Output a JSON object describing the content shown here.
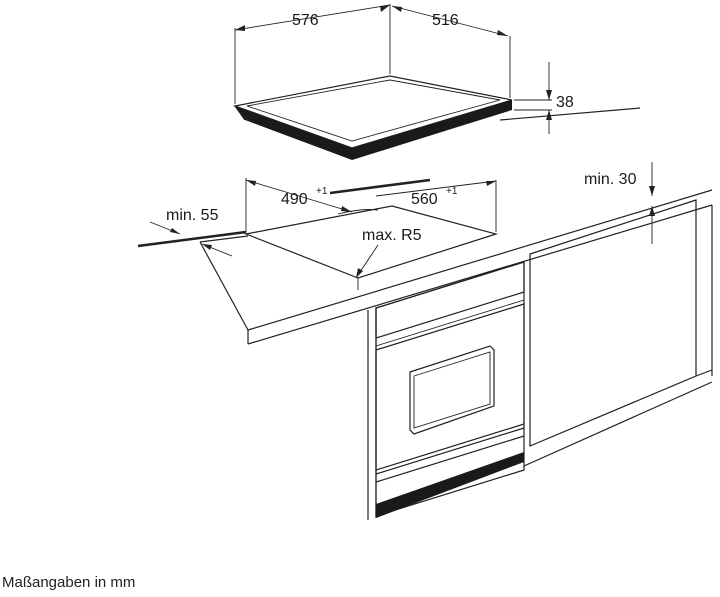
{
  "labels": {
    "hob_width": "576",
    "hob_depth": "516",
    "hob_height": "38",
    "cutout_width": "560",
    "cutout_width_tol": "+1",
    "cutout_depth": "490",
    "cutout_depth_tol": "+1",
    "corner_radius": "max. R5",
    "front_distance": "min. 55",
    "wall_distance": "min. 30"
  },
  "caption": "Maßangaben in mm",
  "colors": {
    "line": "#222222",
    "background": "#ffffff",
    "text": "#1a1a1a"
  }
}
